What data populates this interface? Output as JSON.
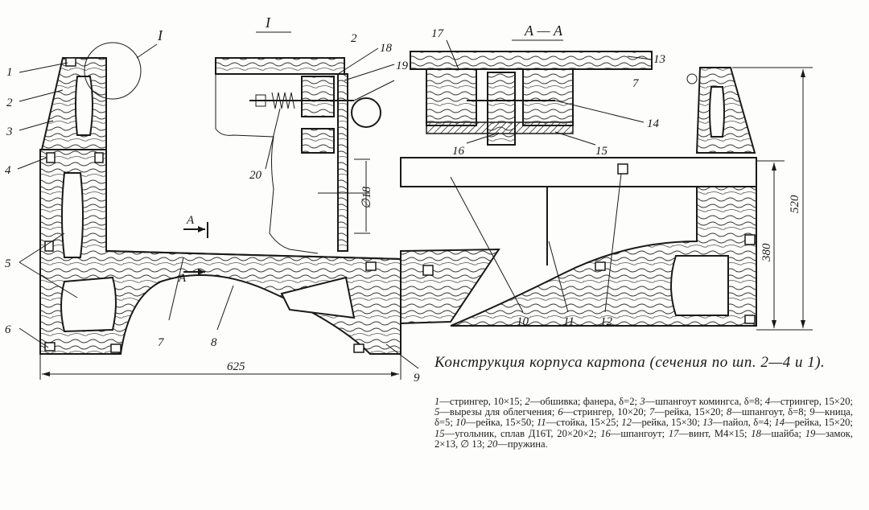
{
  "caption": "Конструкция корпуса картопа (сечения по шп. 2—4 и 1).",
  "labels": {
    "section_view": "I",
    "section_callout": "I",
    "section_aa": "А — А",
    "cut_a_top": "А",
    "cut_a_bottom": "А",
    "n1": "1",
    "n2": "2",
    "n3": "3",
    "n4": "4",
    "n5": "5",
    "n6": "6",
    "n7": "7",
    "n8": "8",
    "n9": "9",
    "n10": "10",
    "n11": "11",
    "n12": "12",
    "n13": "13",
    "n14": "14",
    "n15": "15",
    "n16": "16",
    "n17": "17",
    "n18": "18",
    "n19": "19",
    "n20": "20",
    "detail_2": "2",
    "aa_7": "7"
  },
  "dimensions": {
    "width": "625",
    "height_total": "520",
    "height_sub": "380",
    "diameter": "∅18"
  },
  "legend": [
    {
      "num": "1",
      "text": "—стрингер, 10×15;"
    },
    {
      "num": "2",
      "text": "—обшивка; фанера, δ=2;"
    },
    {
      "num": "3",
      "text": "—шпангоут комингса, δ=8;"
    },
    {
      "num": "4",
      "text": "—стрингер, 15×20;"
    },
    {
      "num": "5",
      "text": "—вырезы для облегчения;"
    },
    {
      "num": "6",
      "text": "—стрингер, 10×20;"
    },
    {
      "num": "7",
      "text": "—рейка, 15×20;"
    },
    {
      "num": "8",
      "text": "—шпангоут, δ=8;"
    },
    {
      "num": "9",
      "text": "—кница, δ=5;"
    },
    {
      "num": "10",
      "text": "—рейка, 15×50;"
    },
    {
      "num": "11",
      "text": "—стойка, 15×25;"
    },
    {
      "num": "12",
      "text": "—рейка, 15×30;"
    },
    {
      "num": "13",
      "text": "—пайол, δ=4;"
    },
    {
      "num": "14",
      "text": "—рейка, 15×20;"
    },
    {
      "num": "15",
      "text": "—угольник, сплав Д16Т, 20×20×2;"
    },
    {
      "num": "16",
      "text": "—шпангоут;"
    },
    {
      "num": "17",
      "text": "—винт, М4×15;"
    },
    {
      "num": "18",
      "text": "—шайба;"
    },
    {
      "num": "19",
      "text": "—замок, 2×13, ∅ 13;"
    },
    {
      "num": "20",
      "text": "—пружина."
    }
  ]
}
